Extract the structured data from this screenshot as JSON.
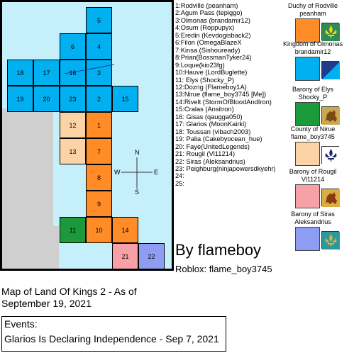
{
  "list": [
    "1:Rodville (peanham)",
    "2:Agum Pass (tepiggo)",
    "3:Olmonas (brandamir12)",
    "4:Osum (Roppupyx)",
    "5:Eredin (Kevdogisback2)",
    "6:Filon (OmegaBlazeX",
    "7:Kinsa (Sishouready)",
    "8:Prian(BossmanTyker24)",
    "9:Loque(kio23fg)",
    "10:Hauve (LordBuglette)",
    "11: Elys (Shocky_P)",
    "12:Dozrig (Flameboy1A)",
    "13:Nirue (flame_boy3745 [Me])",
    "14:Rivelt (StormOfBloodAndIron)",
    "15:Cralas (Ansitron)",
    "16: Gisas (qaugga050)",
    "17: Glarios (MoonKairki)",
    "18:  Toussan (vibach2003)",
    "19:  Palia (Cakebyocean_hue)",
    "20: Faye(UnitedLegends)",
    "21:  Rougil (Vl11214)",
    "22: Siras (Aleksandrius)",
    "23: Peighburg(ninjapowersdkyehr)",
    "24:",
    "25:"
  ],
  "legend": [
    {
      "line1": "Duchy of Rodville",
      "line2": "peanham",
      "color": "#ff8c26",
      "flag": "fleur-de-lis-flag",
      "flag_bg": "#2e8b57",
      "flag_fg": "#ffd700"
    },
    {
      "line1": "Kingdom of Olmonas",
      "line2": "brandamir12",
      "color": "#00b0f0",
      "flag": "diagonal-flag",
      "flag_bg": "#1c3c8c",
      "flag_fg": "#00b0f0"
    },
    {
      "line1": "Barony of Elys",
      "line2": "Shocky_P",
      "color": "#1a9a3a",
      "flag": "lion-flag",
      "flag_bg": "#c8a850",
      "flag_fg": "#7a4a10"
    },
    {
      "line1": "County of Nirue",
      "line2": "flame_boy3745",
      "color": "#fbd3a6",
      "flag": "fleur-de-lis-flag",
      "flag_bg": "#ffffff",
      "flag_fg": "#1c2a6c"
    },
    {
      "line1": "Barony of Rougil",
      "line2": "Vl11214",
      "color": "#f7a1a6",
      "flag": "lion-flag",
      "flag_bg": "#d9b040",
      "flag_fg": "#8a3a10"
    },
    {
      "line1": "Barony of Siras",
      "line2": "Aleksandrius",
      "color": "#8c9df3",
      "flag": "fleur-de-lis-flag",
      "flag_bg": "#2a9aa0",
      "flag_fg": "#e0b030"
    }
  ],
  "tiles": [
    {
      "n": "5",
      "c": "blue"
    },
    {
      "n": "6",
      "c": "blue"
    },
    {
      "n": "4",
      "c": "blue"
    },
    {
      "n": "18",
      "c": "blue"
    },
    {
      "n": "17",
      "c": "blue"
    },
    {
      "n": "16",
      "c": "blue"
    },
    {
      "n": "3",
      "c": "blue"
    },
    {
      "n": "19",
      "c": "blue"
    },
    {
      "n": "20",
      "c": "blue"
    },
    {
      "n": "23",
      "c": "blue"
    },
    {
      "n": "2",
      "c": "blue"
    },
    {
      "n": "15",
      "c": "blue"
    },
    {
      "n": "12",
      "c": "peach"
    },
    {
      "n": "1",
      "c": "orange"
    },
    {
      "n": "13",
      "c": "peach"
    },
    {
      "n": "7",
      "c": "orange"
    },
    {
      "n": "8",
      "c": "orange"
    },
    {
      "n": "9",
      "c": "orange"
    },
    {
      "n": "11",
      "c": "green"
    },
    {
      "n": "10",
      "c": "orange"
    },
    {
      "n": "14",
      "c": "orange"
    },
    {
      "n": "21",
      "c": "pink"
    },
    {
      "n": "22",
      "c": "lav"
    }
  ],
  "compass": {
    "n": "N",
    "s": "S",
    "e": "E",
    "w": "W"
  },
  "byline": "By flameboy",
  "roblox": "Roblox: flame_boy3745",
  "caption": "Map of Land Of Kings 2 - As of September 19, 2021",
  "events": {
    "heading": "Events:",
    "items": [
      "Glarios Is Declaring Independence - Sep 7, 2021"
    ]
  }
}
